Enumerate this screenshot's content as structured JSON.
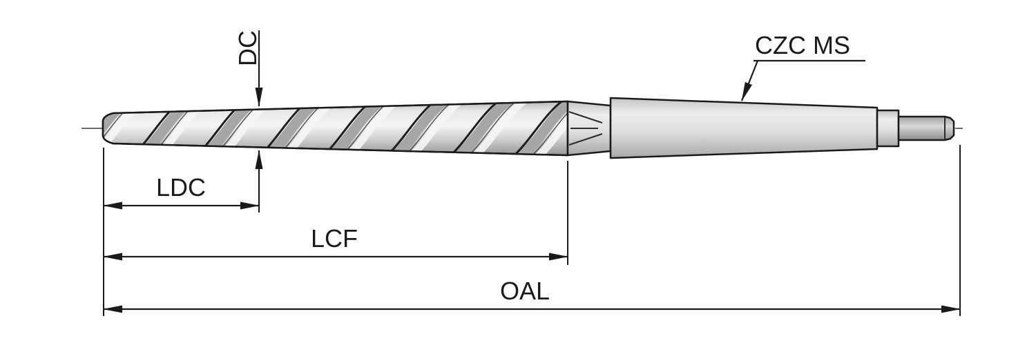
{
  "diagram": {
    "labels": {
      "dc": "DC",
      "ldc": "LDC",
      "lcf": "LCF",
      "oal": "OAL",
      "czc_ms": "CZC MS"
    },
    "colors": {
      "ink": "#1a1a1a",
      "background": "#ffffff",
      "body_light": "#f4f4f4",
      "body_mid": "#cfcfcf",
      "body_dark": "#969696"
    }
  }
}
